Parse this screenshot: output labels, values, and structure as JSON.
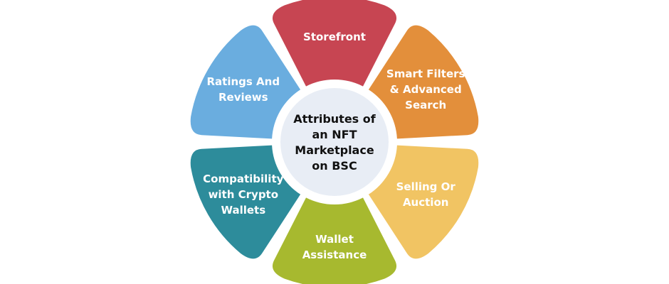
{
  "center": {
    "lines": [
      "Attributes of",
      "an NFT",
      "Marketplace",
      "on BSC"
    ],
    "fill": "#e8edf5",
    "ring": "#ffffff"
  },
  "segments": [
    {
      "id": "storefront",
      "lines": [
        "Storefront"
      ],
      "color": "#c74552"
    },
    {
      "id": "smart-filters",
      "lines": [
        "Smart Filters",
        "& Advanced",
        "Search"
      ],
      "color": "#e38f3b"
    },
    {
      "id": "selling-auction",
      "lines": [
        "Selling Or",
        "Auction"
      ],
      "color": "#f1c463"
    },
    {
      "id": "wallet-assistance",
      "lines": [
        "Wallet",
        "Assistance"
      ],
      "color": "#a7b92f"
    },
    {
      "id": "compatibility",
      "lines": [
        "Compatibility",
        "with Crypto",
        "Wallets"
      ],
      "color": "#2d8c9b"
    },
    {
      "id": "ratings-reviews",
      "lines": [
        "Ratings And",
        "Reviews"
      ],
      "color": "#6aaddf"
    }
  ]
}
